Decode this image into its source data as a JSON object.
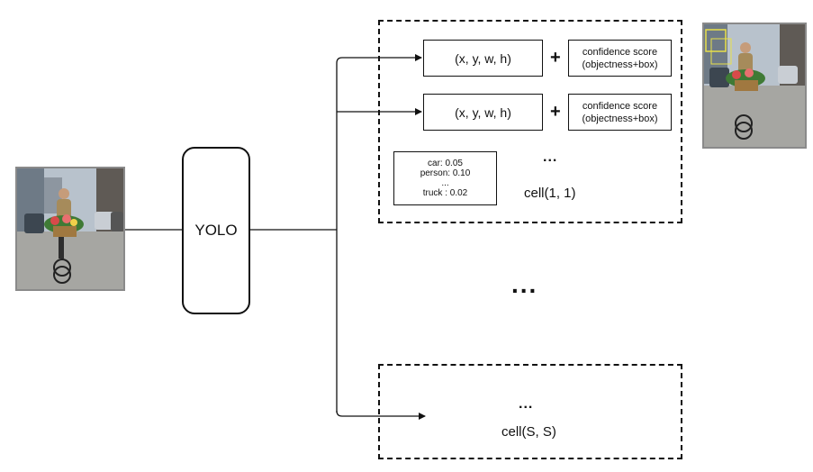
{
  "model": {
    "label": "YOLO"
  },
  "cell_first": {
    "box1": {
      "coords": "(x, y, w, h)",
      "plus": "+",
      "confidence_line1": "confidence score",
      "confidence_line2": "(objectness+box)"
    },
    "box2": {
      "coords": "(x, y, w, h)",
      "plus": "+",
      "confidence_line1": "confidence score",
      "confidence_line2": "(objectness+box)"
    },
    "class_probs": [
      "car: 0.05",
      "person: 0.10",
      "...",
      "truck : 0.02"
    ],
    "ellipsis": "...",
    "label": "cell(1, 1)"
  },
  "middle_ellipsis": "...",
  "cell_last": {
    "ellipsis": "...",
    "label": "cell(S, S)"
  },
  "colors": {
    "line": "#111111",
    "detection_box": "#e8e04a"
  }
}
